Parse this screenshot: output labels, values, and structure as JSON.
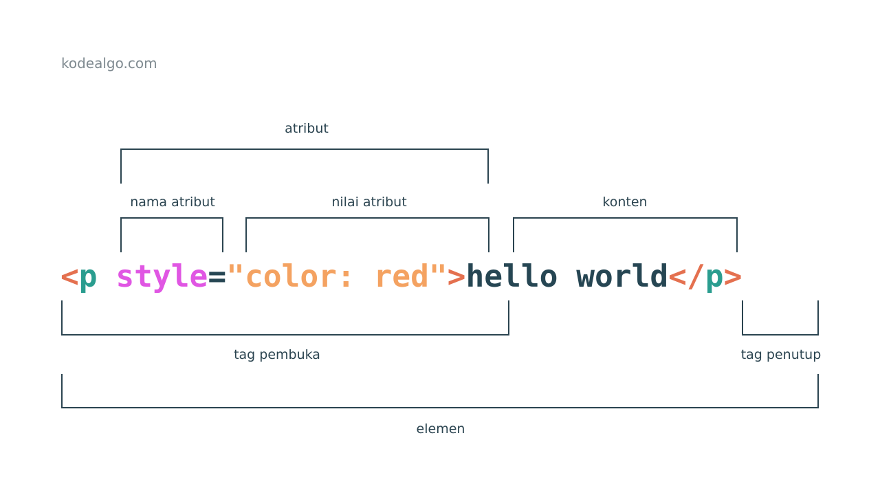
{
  "brand": "kodealgo.com",
  "labels": {
    "attribute": "atribut",
    "attribute_name": "nama atribut",
    "attribute_value": "nilai atribut",
    "content": "konten",
    "opening_tag": "tag pembuka",
    "closing_tag": "tag penutup",
    "element": "elemen"
  },
  "code": {
    "open_lt": "<",
    "open_name": "p",
    "space": " ",
    "attr_name": "style",
    "equals": "=",
    "attr_value": "\"color: red\"",
    "open_gt": ">",
    "content": "hello world",
    "close_lt_slash": "</",
    "close_name": "p",
    "close_gt": ">"
  },
  "colors": {
    "bracket": "#e4704f",
    "tag_name": "#2a9d8f",
    "attr_name": "#e056e3",
    "equals": "#264653",
    "attr_value": "#f4a261",
    "content": "#264653",
    "lines": "#2b4450"
  }
}
